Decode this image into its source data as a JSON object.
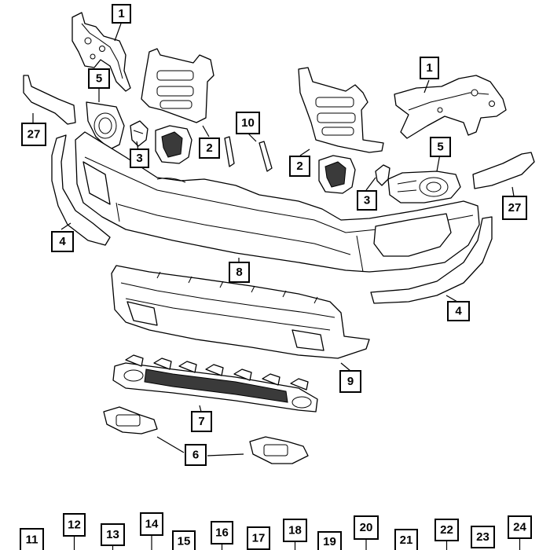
{
  "callouts": [
    {
      "id": "c1a",
      "label": "1"
    },
    {
      "id": "c1b",
      "label": "1"
    },
    {
      "id": "c2a",
      "label": "2"
    },
    {
      "id": "c2b",
      "label": "2"
    },
    {
      "id": "c3a",
      "label": "3"
    },
    {
      "id": "c3b",
      "label": "3"
    },
    {
      "id": "c4a",
      "label": "4"
    },
    {
      "id": "c4b",
      "label": "4"
    },
    {
      "id": "c5a",
      "label": "5"
    },
    {
      "id": "c5b",
      "label": "5"
    },
    {
      "id": "c6",
      "label": "6"
    },
    {
      "id": "c7",
      "label": "7"
    },
    {
      "id": "c8",
      "label": "8"
    },
    {
      "id": "c9",
      "label": "9"
    },
    {
      "id": "c10",
      "label": "10"
    },
    {
      "id": "c27a",
      "label": "27"
    },
    {
      "id": "c27b",
      "label": "27"
    }
  ],
  "fastener_callouts": [
    "11",
    "12",
    "13",
    "14",
    "15",
    "16",
    "17",
    "18",
    "19",
    "20",
    "21",
    "22",
    "23",
    "24"
  ]
}
